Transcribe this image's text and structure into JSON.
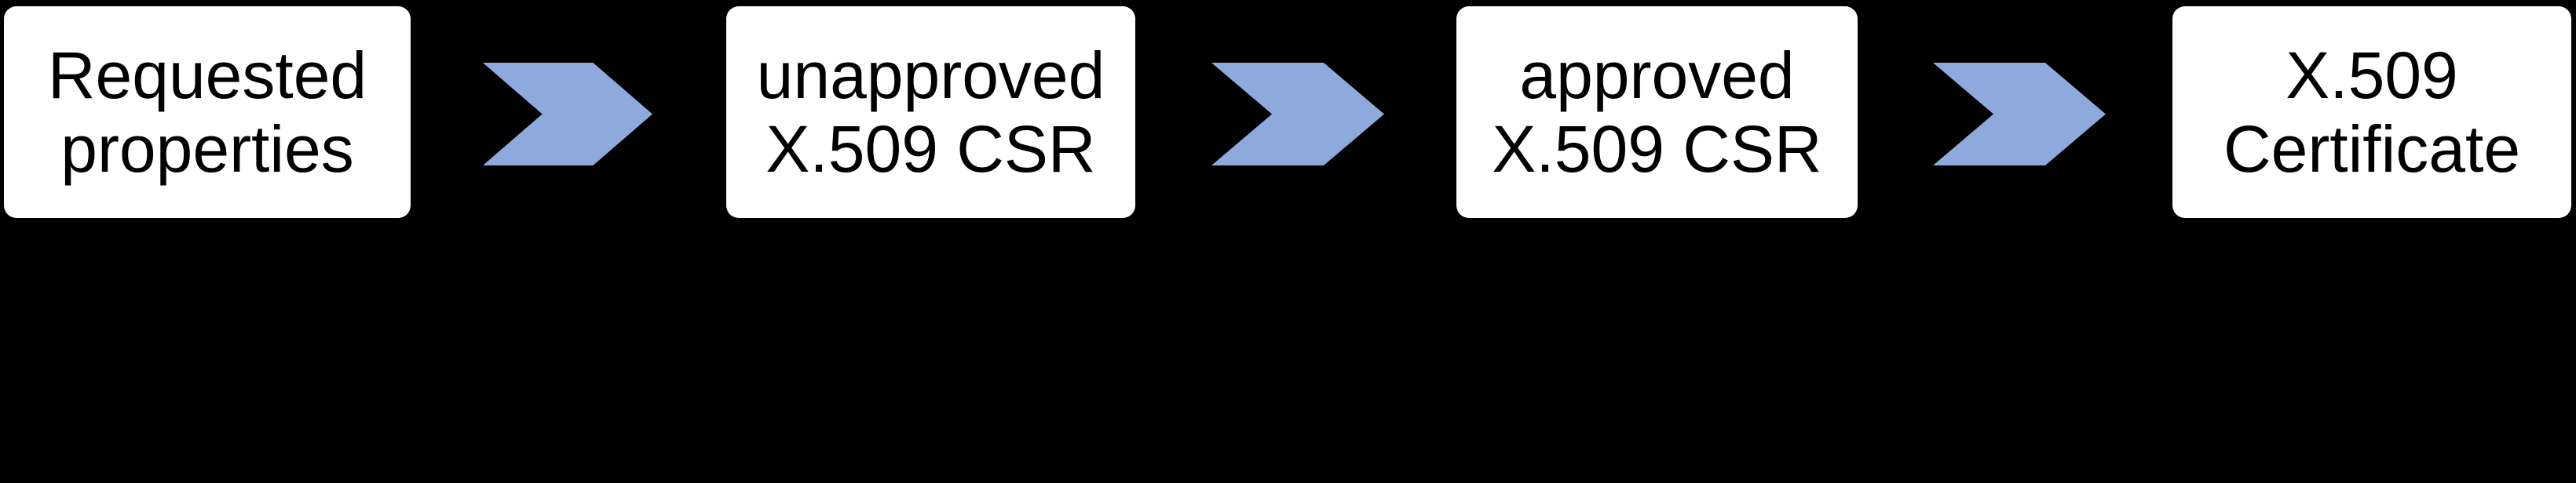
{
  "colors": {
    "background": "#000000",
    "box_fill": "#FFFFFF",
    "box_text": "#000000",
    "arrow_fill": "#8EA9DB"
  },
  "flow": {
    "steps": [
      {
        "line1": "Requested",
        "line2": "properties"
      },
      {
        "line1": "unapproved",
        "line2": "X.509 CSR"
      },
      {
        "line1": "approved",
        "line2": "X.509 CSR"
      },
      {
        "line1": "X.509",
        "line2": "Certificate"
      }
    ]
  }
}
